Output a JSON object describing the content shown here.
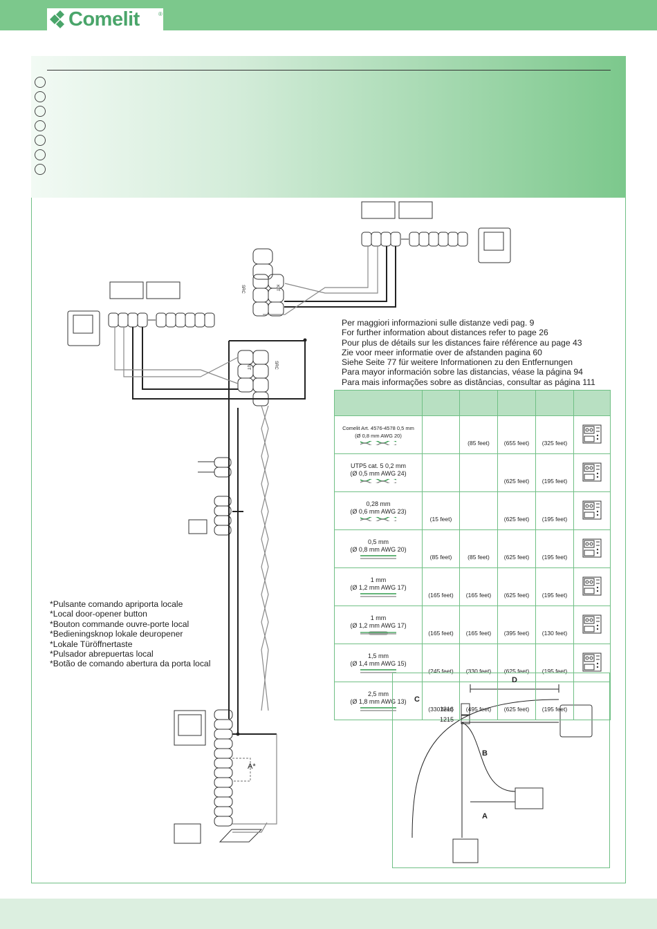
{
  "brand": {
    "name": "Comelit",
    "trademark": "®"
  },
  "distance_notes": [
    "Per maggiori informazioni sulle distanze vedi pag. 9",
    "For further information about distances refer to page 26",
    "Pour plus de détails sur les distances faire référence au page 43",
    "Zie voor meer informatie over de afstanden pagina 60",
    "Siehe Seite 77 für weitere Informationen zu den Entfernungen",
    "Para mayor información sobre las distancias, véase la página 94",
    "Para mais informações sobre as distâncias, consultar as página 111"
  ],
  "footnote_lines": [
    "*Pulsante comando apriporta locale",
    "*Local door-opener button",
    "*Bouton commande ouvre-porte local",
    "*Bedieningsknop lokale deuropener",
    "*Lokale Türöffnertaste",
    "*Pulsador abrepuertas local",
    "*Botão de comando abertura da porta local"
  ],
  "table": {
    "rows": [
      {
        "cable_lines": [
          "Comelit Art. 4576-4578 0,5 mm",
          "(Ø 0,8 mm AWG 20)"
        ],
        "cells": [
          "",
          "(85 feet)",
          "(655 feet)",
          "(325 feet)"
        ],
        "wire": "twisted-green",
        "icon": true
      },
      {
        "cable_lines": [
          "UTP5 cat. 5 0,2 mm",
          "(Ø 0,5 mm AWG 24)"
        ],
        "cells": [
          "",
          "",
          "(625 feet)",
          "(195 feet)"
        ],
        "wire": "twisted-green",
        "icon": true
      },
      {
        "cable_lines": [
          "0,28 mm",
          "(Ø 0,6 mm AWG 23)"
        ],
        "cells": [
          "(15 feet)",
          "",
          "(625 feet)",
          "(195 feet)"
        ],
        "wire": "twisted-green",
        "icon": true
      },
      {
        "cable_lines": [
          "0,5 mm",
          "(Ø 0,8 mm AWG 20)"
        ],
        "cells": [
          "(85 feet)",
          "(85 feet)",
          "(625 feet)",
          "(195 feet)"
        ],
        "wire": "parallel",
        "icon": true
      },
      {
        "cable_lines": [
          "1 mm",
          "(Ø 1,2 mm AWG 17)"
        ],
        "cells": [
          "(165 feet)",
          "(165 feet)",
          "(625 feet)",
          "(195 feet)"
        ],
        "wire": "parallel",
        "icon": true
      },
      {
        "cable_lines": [
          "1 mm",
          "(Ø 1,2 mm AWG 17)"
        ],
        "cells": [
          "(165 feet)",
          "(165 feet)",
          "(395 feet)",
          "(130 feet)"
        ],
        "wire": "sheathed",
        "icon": true
      },
      {
        "cable_lines": [
          "1,5 mm",
          "(Ø 1,4 mm AWG 15)"
        ],
        "cells": [
          "(245 feet)",
          "(330 feet)",
          "(625 feet)",
          "(195 feet)"
        ],
        "wire": "parallel",
        "icon": true
      },
      {
        "cable_lines": [
          "2,5 mm",
          "(Ø 1,8 mm AWG 13)"
        ],
        "cells": [
          "(330 feet)",
          "(495 feet)",
          "(625 feet)",
          "(195 feet)"
        ],
        "wire": "parallel",
        "icon": false
      }
    ]
  },
  "diagram_labels": {
    "junction_top": [
      "SRC",
      "KIT"
    ],
    "junction_bottom": [
      "KIT",
      "SRC"
    ],
    "local_button": "A*",
    "distance_letters": [
      "A",
      "B",
      "C",
      "D"
    ],
    "module_codes": [
      "1216",
      "1215"
    ]
  },
  "colors": {
    "brand_green": "#7cc88c",
    "border_green": "#6fbf84",
    "table_header": "#b8e0c2",
    "wire_green": "#2e9a4a"
  }
}
